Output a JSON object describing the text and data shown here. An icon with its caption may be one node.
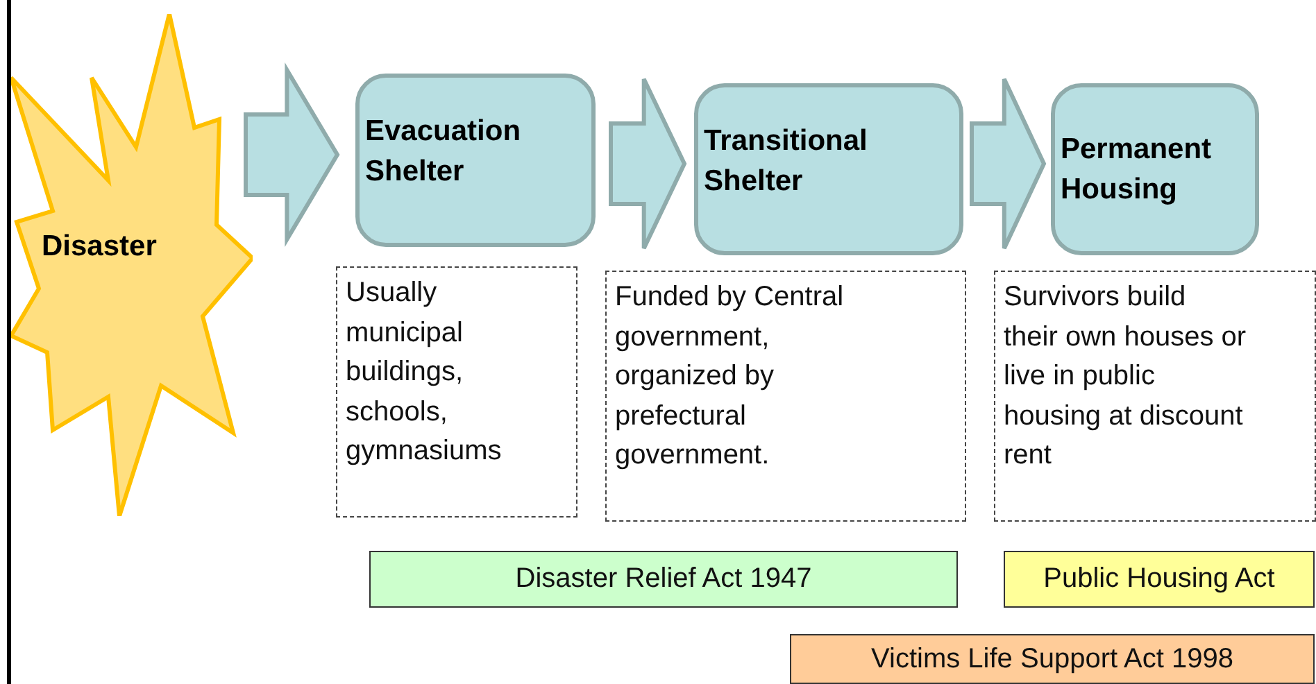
{
  "diagram": {
    "nodes": [
      {
        "text": [
          "Disaster"
        ]
      },
      {
        "text": [
          "Evacuation Shelter"
        ]
      },
      {
        "text": [
          "Transitional Shelter"
        ]
      },
      {
        "text": [
          "Permanent Housing"
        ]
      },
      {
        "text": [
          "Usually municipal buildings, schools, gymnasiums"
        ]
      },
      {
        "text": [
          "Funded by Central government, organized by prefectural government."
        ]
      },
      {
        "text": [
          "Survivors build their own houses or live in public housing at discount rent"
        ]
      },
      {
        "text": [
          "Disaster Relief Act 1947"
        ]
      },
      {
        "text": [
          "Public Housing Act"
        ]
      },
      {
        "text": [
          "Victims Life Support Act 1998"
        ]
      }
    ],
    "edges": [
      {
        "from": 0,
        "to": 1,
        "arrow": "to"
      },
      {
        "from": 1,
        "to": 2,
        "arrow": "to"
      },
      {
        "from": 2,
        "to": 3,
        "arrow": "to"
      }
    ]
  }
}
